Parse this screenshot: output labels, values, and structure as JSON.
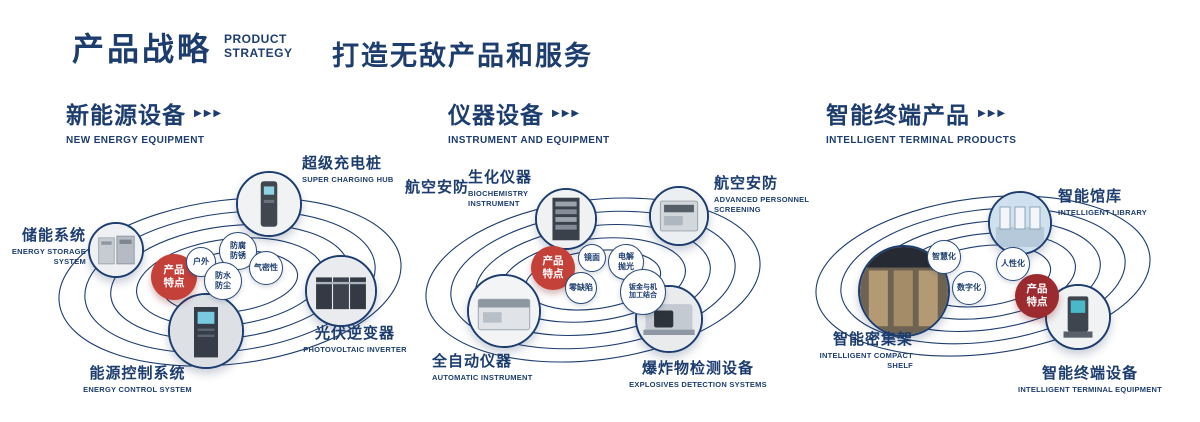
{
  "page": {
    "title": "产品战略",
    "title_en_line1": "PRODUCT",
    "title_en_line2": "STRATEGY",
    "tagline": "打造无敌产品和服务",
    "arrow_glyph": "▶▶▶"
  },
  "colors": {
    "navy": "#1d3d6f",
    "badge_red": "#c4413a",
    "badge_maroon": "#9c2b30"
  },
  "sections": [
    {
      "title": "新能源设备",
      "subtitle": "NEW ENERGY EQUIPMENT",
      "badge": "产品特点",
      "features": [
        "户外",
        "防腐防锈",
        "气密性",
        "防水防尘"
      ],
      "products": [
        {
          "name": "储能系统",
          "en": "ENERGY STORAGE SYSTEM"
        },
        {
          "name": "超级充电桩",
          "en": "SUPER CHARGING HUB"
        },
        {
          "name": "光伏逆变器",
          "en": "PHOTOVOLTAIC INVERTER"
        },
        {
          "name": "能源控制系统",
          "en": "ENERGY CONTROL SYSTEM"
        }
      ]
    },
    {
      "title": "仪器设备",
      "subtitle": "INSTRUMENT AND EQUIPMENT",
      "badge": "产品特点",
      "side_label": "航空安防",
      "features": [
        "镜面",
        "电解抛光",
        "零缺陷",
        "钣金与机加工结合"
      ],
      "products": [
        {
          "name": "生化仪器",
          "en": "BIOCHEMISTRY INSTRUMENT"
        },
        {
          "name": "航空安防",
          "en": "ADVANCED PERSONNEL SCREENING"
        },
        {
          "name": "全自动仪器",
          "en": "AUTOMATIC INSTRUMENT"
        },
        {
          "name": "爆炸物检测设备",
          "en": "EXPLOSIVES DETECTION SYSTEMS"
        }
      ]
    },
    {
      "title": "智能终端产品",
      "subtitle": "INTELLIGENT TERMINAL PRODUCTS",
      "badge": "产品特点",
      "features": [
        "智慧化",
        "人性化",
        "数字化"
      ],
      "products": [
        {
          "name": "智能馆库",
          "en": "INTELLIGENT LIBRARY"
        },
        {
          "name": "智能密集架",
          "en": "INTELLIGENT COMPACT SHELF"
        },
        {
          "name": "智能终端设备",
          "en": "INTELLIGENT TERMINAL EQUIPMENT"
        }
      ]
    }
  ]
}
